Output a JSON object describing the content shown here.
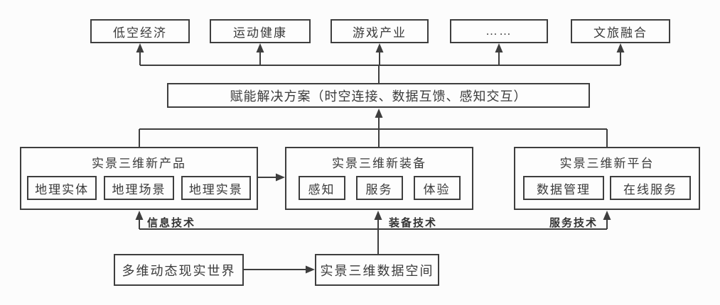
{
  "diagram": {
    "top_row": [
      {
        "label": "低空经济"
      },
      {
        "label": "运动健康"
      },
      {
        "label": "游戏产业"
      },
      {
        "label": "……"
      },
      {
        "label": "文旅融合"
      }
    ],
    "solution": {
      "label": "赋能解决方案（时空连接、数据互馈、感知交互）"
    },
    "pillars": [
      {
        "title": "实景三维新产品",
        "items": [
          "地理实体",
          "地理场景",
          "地理实景"
        ]
      },
      {
        "title": "实景三维新装备",
        "items": [
          "感知",
          "服务",
          "体验"
        ]
      },
      {
        "title": "实景三维新平台",
        "items": [
          "数据管理",
          "在线服务"
        ]
      }
    ],
    "tech_labels": [
      {
        "label": "信息技术"
      },
      {
        "label": "装备技术"
      },
      {
        "label": "服务技术"
      }
    ],
    "bottom_row": [
      {
        "label": "多维动态现实世界"
      },
      {
        "label": "实景三维数据空间"
      }
    ],
    "colors": {
      "line": "#3e3e3e",
      "text": "#3a3a3a",
      "background": "#fcfcfc"
    }
  }
}
